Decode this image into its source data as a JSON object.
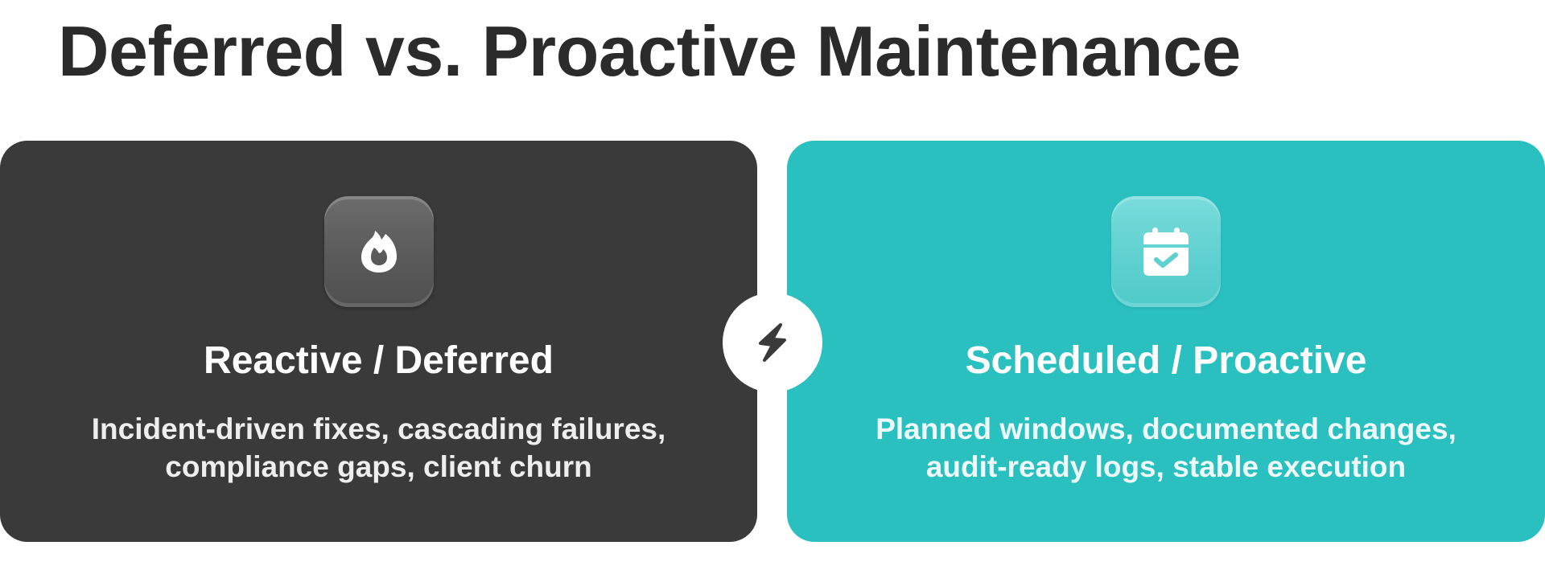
{
  "page": {
    "title": "Deferred vs. Proactive Maintenance"
  },
  "colors": {
    "title": "#2b2b2b",
    "left_card_bg": "#3a3a3a",
    "right_card_bg": "#2bc0c0",
    "connector_bg": "#ffffff",
    "connector_icon": "#3a3a3a"
  },
  "connector": {
    "icon": "lightning-bolt-icon"
  },
  "cards": [
    {
      "icon": "flame-icon",
      "title": "Reactive / Deferred",
      "description_lines": [
        "Incident-driven fixes, cascading failures,",
        "compliance gaps, client churn"
      ]
    },
    {
      "icon": "calendar-check-icon",
      "title": "Scheduled / Proactive",
      "description_lines": [
        "Planned windows, documented changes,",
        "audit-ready logs, stable execution"
      ]
    }
  ]
}
